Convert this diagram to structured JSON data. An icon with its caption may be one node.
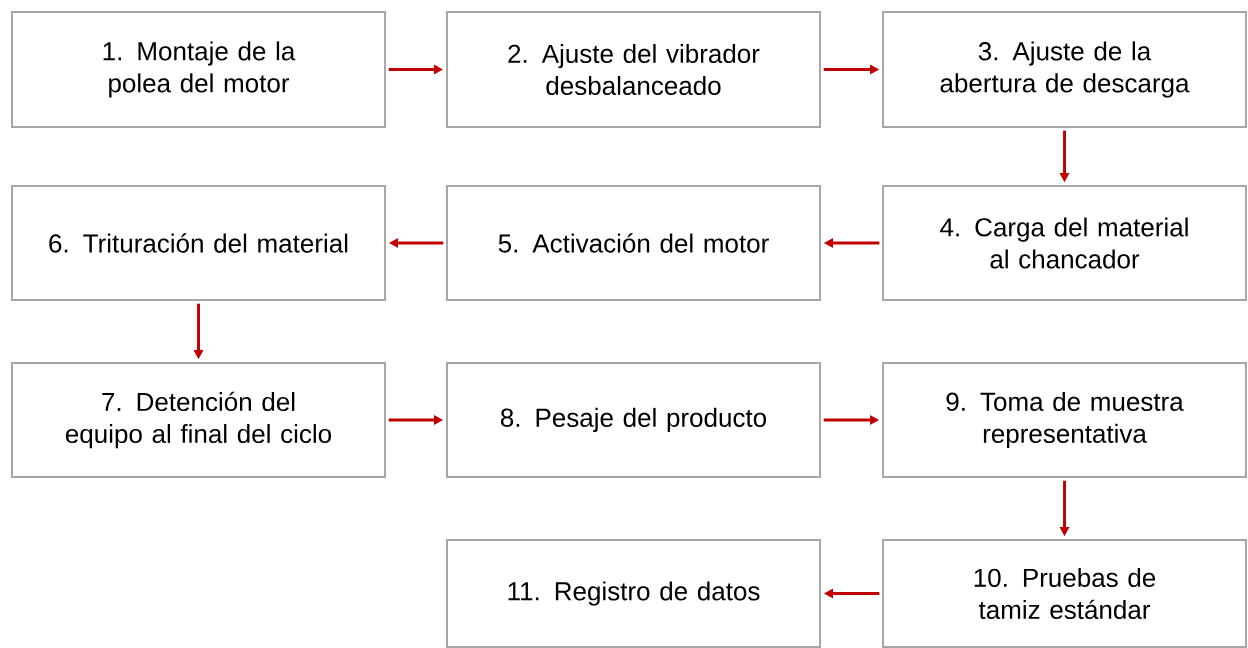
{
  "diagram": {
    "nodes": [
      {
        "text": [
          "1. Montaje de la polea del motor"
        ]
      },
      {
        "text": [
          "2. Ajuste del vibrador desbalanceado"
        ]
      },
      {
        "text": [
          "3. Ajuste de la abertura de descarga"
        ]
      },
      {
        "text": [
          "4. Carga del material al chancador"
        ]
      },
      {
        "text": [
          "5. Activación del motor"
        ]
      },
      {
        "text": [
          "6. Trituración del material"
        ]
      },
      {
        "text": [
          "7. Detención del equipo al final del ciclo"
        ]
      },
      {
        "text": [
          "8. Pesaje del producto"
        ]
      },
      {
        "text": [
          "9. Toma de muestra representativa"
        ]
      },
      {
        "text": [
          "10. Pruebas de tamiz estándar"
        ]
      },
      {
        "text": [
          "11. Registro de datos"
        ]
      }
    ],
    "edges": [
      {
        "from": 0,
        "to": 1,
        "arrow": "to"
      },
      {
        "from": 1,
        "to": 2,
        "arrow": "to"
      },
      {
        "from": 2,
        "to": 3,
        "arrow": "to"
      },
      {
        "from": 3,
        "to": 4,
        "arrow": "to"
      },
      {
        "from": 4,
        "to": 5,
        "arrow": "to"
      },
      {
        "from": 5,
        "to": 6,
        "arrow": "to"
      },
      {
        "from": 6,
        "to": 7,
        "arrow": "to"
      },
      {
        "from": 7,
        "to": 8,
        "arrow": "to"
      },
      {
        "from": 8,
        "to": 9,
        "arrow": "to"
      },
      {
        "from": 9,
        "to": 10,
        "arrow": "to"
      }
    ]
  }
}
